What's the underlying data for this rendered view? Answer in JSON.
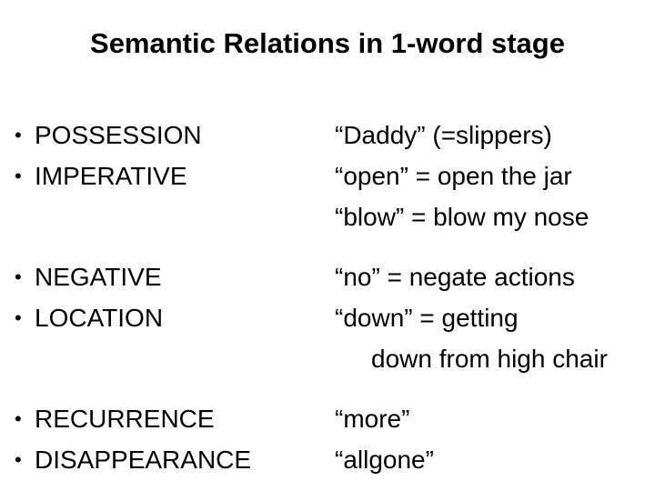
{
  "slide": {
    "title": "Semantic Relations in 1-word stage",
    "bullet_glyph": "•",
    "text_color": "#000000",
    "background_color": "#FFFFFF",
    "groups": [
      {
        "rows": [
          {
            "label": "POSSESSION",
            "example": "“Daddy” (=slippers)",
            "indented": false
          },
          {
            "label": "IMPERATIVE",
            "example": "“open” = open the jar",
            "indented": false
          },
          {
            "label": "",
            "example": "“blow” = blow my nose",
            "indented": false
          }
        ]
      },
      {
        "rows": [
          {
            "label": "NEGATIVE",
            "example": "“no” = negate actions",
            "indented": false
          },
          {
            "label": "LOCATION",
            "example": "“down” = getting",
            "indented": false
          },
          {
            "label": "",
            "example": "down from high chair",
            "indented": true
          }
        ]
      },
      {
        "rows": [
          {
            "label": "RECURRENCE",
            "example": "“more”",
            "indented": false
          },
          {
            "label": "DISAPPEARANCE",
            "example": "“allgone”",
            "indented": false
          }
        ]
      }
    ]
  }
}
